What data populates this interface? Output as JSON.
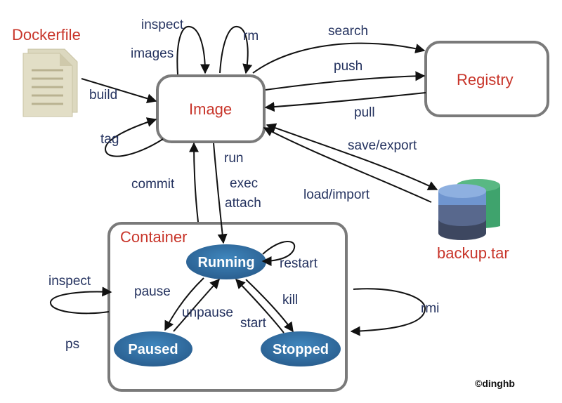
{
  "nodes": {
    "dockerfile": "Dockerfile",
    "image": "Image",
    "registry": "Registry",
    "backup": "backup.tar",
    "container": "Container",
    "running": "Running",
    "paused": "Paused",
    "stopped": "Stopped"
  },
  "edges": {
    "inspect_images_1": "inspect",
    "inspect_images_2": "images",
    "rm": "rm",
    "search": "search",
    "push": "push",
    "pull": "pull",
    "build": "build",
    "tag": "tag",
    "commit": "commit",
    "run": "run",
    "exec": "exec",
    "attach": "attach",
    "save_export": "save/export",
    "load_import": "load/import",
    "restart": "restart",
    "pause": "pause",
    "unpause": "unpause",
    "kill": "kill",
    "start": "start",
    "inspect_ps_1": "inspect",
    "inspect_ps_2": "ps",
    "rmi": "rmi"
  },
  "credit": "©dinghb",
  "colors": {
    "label": "#24325f",
    "title": "#c8352a",
    "state_fill": "#2f6fa3",
    "box_border": "#7a7a7a",
    "doc_fill": "#dcd8bf",
    "db_blue": "#6f95cf",
    "db_green": "#3fa36d",
    "db_dark": "#3d4760"
  }
}
